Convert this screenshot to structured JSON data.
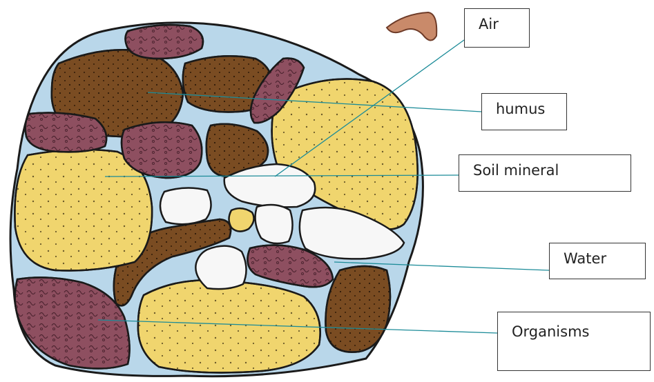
{
  "labels": {
    "air": "Air",
    "humus": "humus",
    "soil_mineral": "Soil mineral",
    "water": "Water",
    "organisms": "Organisms"
  },
  "colors": {
    "water": "#b9d7ea",
    "humus": "#7a4c22",
    "mineral": "#f0d56e",
    "organisms": "#8e4f60",
    "air": "#f7f7f7",
    "leader_line": "#1b8b98",
    "worm": "#c98a6a"
  },
  "icons": {
    "soil_aggregate": "soil-aggregate-illustration",
    "worm": "earthworm"
  }
}
